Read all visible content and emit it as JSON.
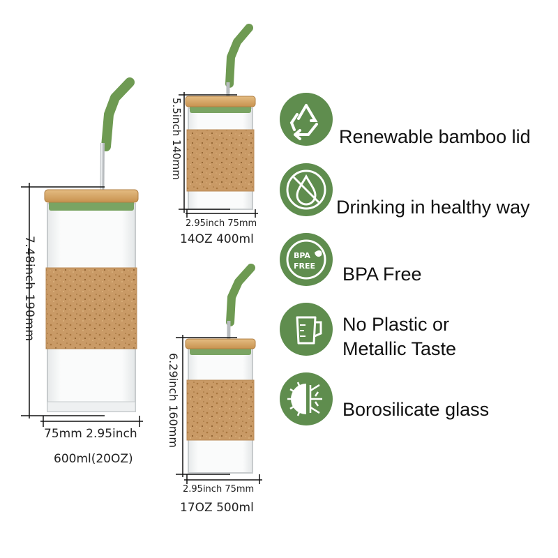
{
  "cups": {
    "large": {
      "height_label": "7.48inch   190mm",
      "width_label": "75mm 2.95inch",
      "capacity_label": "600ml(20OZ)"
    },
    "small": {
      "height_label": "5.5inch   140mm",
      "width_label": "2.95inch 75mm",
      "capacity_label": "14OZ  400ml"
    },
    "medium": {
      "height_label": "6.29inch   160mm",
      "width_label": "2.95inch   75mm",
      "capacity_label": "17OZ  500ml"
    }
  },
  "features": [
    {
      "icon": "recycle-icon",
      "label": "Renewable bamboo lid"
    },
    {
      "icon": "water-drop-icon",
      "label": "Drinking in healthy way"
    },
    {
      "icon": "bpa-free-icon",
      "badge_text_1": "BPA",
      "badge_text_2": "FREE",
      "label": "BPA Free"
    },
    {
      "icon": "measuring-cup-icon",
      "label_line1": "No Plastic or",
      "label_line2": "Metallic Taste"
    },
    {
      "icon": "sun-snowflake-icon",
      "label": "Borosilicate glass"
    }
  ],
  "colors": {
    "badge_green": "#5f8d4e",
    "straw_green": "#6e9a52",
    "cork": "#c99a66",
    "bamboo": "#d9ac6d"
  }
}
